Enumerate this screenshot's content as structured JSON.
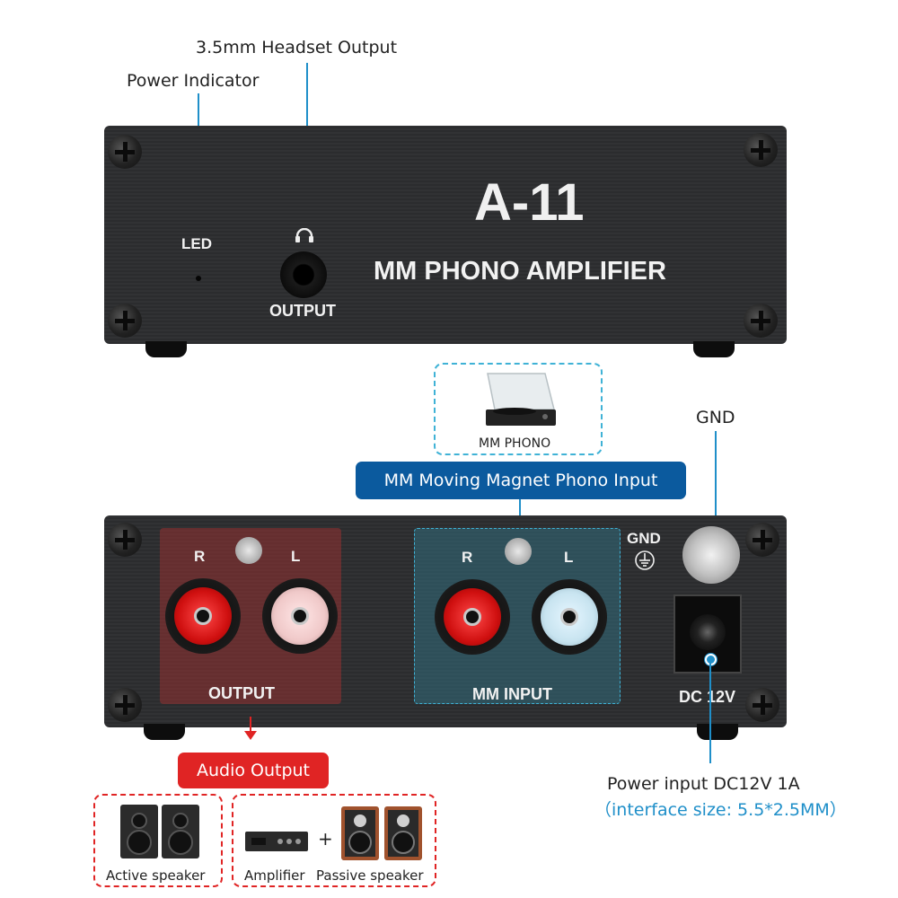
{
  "callouts": {
    "headset_output": "3.5mm Headset Output",
    "power_indicator": "Power Indicator",
    "gnd": "GND",
    "power_input": "Power input DC12V 1A",
    "interface_size": "（interface size: 5.5*2.5MM）"
  },
  "front_panel": {
    "model": "A-11",
    "subtitle": "MM PHONO AMPLIFIER",
    "led_label": "LED",
    "output_label": "OUTPUT"
  },
  "source_box": {
    "caption": "MM PHONO"
  },
  "badges": {
    "phono_input": "MM Moving Magnet Phono Input",
    "audio_output": "Audio Output"
  },
  "rear_panel": {
    "output_r": "R",
    "output_l": "L",
    "output_label": "OUTPUT",
    "input_r": "R",
    "input_l": "L",
    "input_label": "MM INPUT",
    "gnd_label": "GND",
    "dc_label": "DC 12V"
  },
  "devices": {
    "active_speaker": "Active speaker",
    "amplifier": "Amplifier",
    "plus": "+",
    "passive_speaker": "Passive speaker"
  },
  "colors": {
    "leader_blue": "#1f8fc9",
    "badge_blue": "#0b5a9e",
    "badge_red": "#e02424",
    "output_zone": "#7a2a2a",
    "input_zone": "#2a5a6a"
  }
}
